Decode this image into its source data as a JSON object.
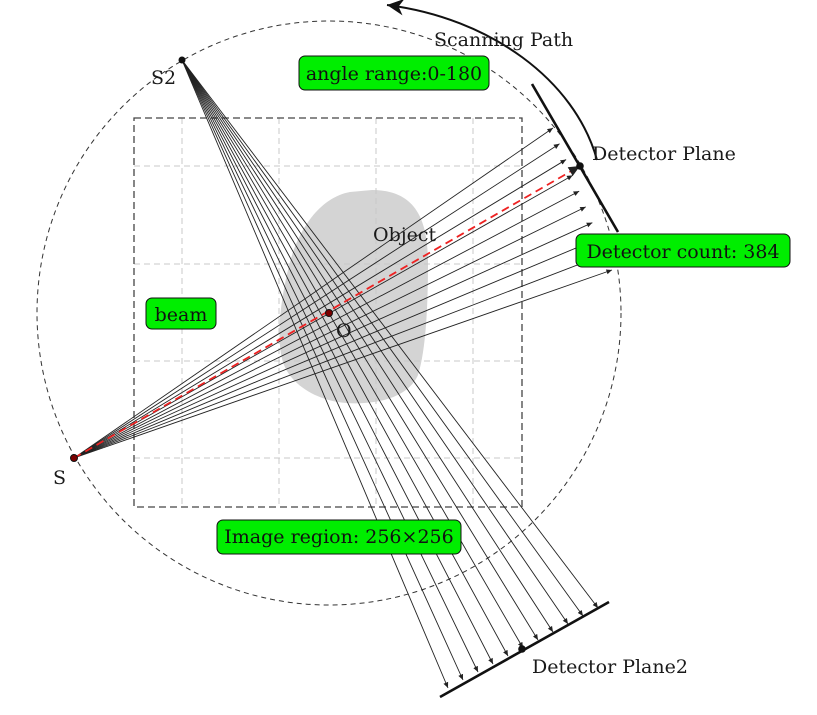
{
  "labels": {
    "scanning_path": "Scanning Path",
    "detector_plane": "Detector Plane",
    "detector_plane2": "Detector Plane2",
    "source": "S",
    "source2": "S2",
    "origin": "O",
    "object": "Object"
  },
  "boxes": {
    "angle_range": "angle range:0-180",
    "detector_count": "Detector count: 384",
    "beam": "beam",
    "image_region": "Image region: 256×256"
  },
  "colors": {
    "box_fill": "#00ee00",
    "central_ray": "#ee2222",
    "object_fill": "#d4d4d4",
    "grid": "#c8c8c8",
    "lines": "#222222"
  }
}
